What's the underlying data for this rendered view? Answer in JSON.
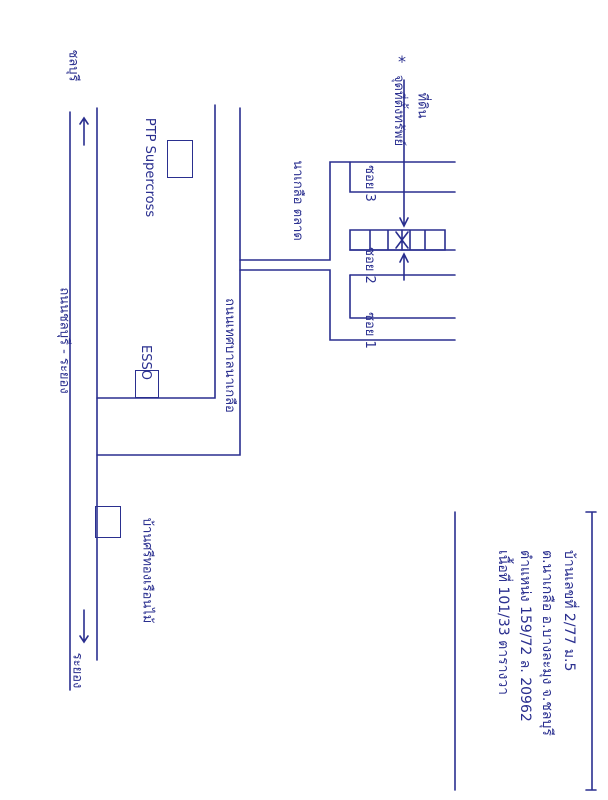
{
  "map": {
    "stroke_color": "#2a2f8f",
    "background": "#ffffff",
    "labels": {
      "top_direction": "ชลบุรี",
      "bottom_direction": "ระยอง",
      "main_road": "ถนนชลบุรี - ระยอง",
      "ptp": "PTP Supercross",
      "esso": "ESSO",
      "side_road": "ถนนเทศบาลนาเกลือ",
      "furniture_shop": "บ้านศรีทองเรือนไม้",
      "market": "นาเกลือ ตลาด",
      "soi_3": "ซอย 3",
      "soi_2": "ซอย 2",
      "soi_1": "ซอย 1",
      "target_marker": "*",
      "target_note": "จุดที่ตั้งทรัพย์",
      "target_note2": "ที่ดิน"
    },
    "address": {
      "line1": "บ้านเลขที่ 2/77 ม.5",
      "line2": "ต.นาเกลือ อ.บางละมุง จ.ชลบุรี",
      "line3": "ตำแหน่ง 159/72 ล. 20962",
      "line4": "เนื้อที่ 101/33 ตารางวา"
    }
  }
}
